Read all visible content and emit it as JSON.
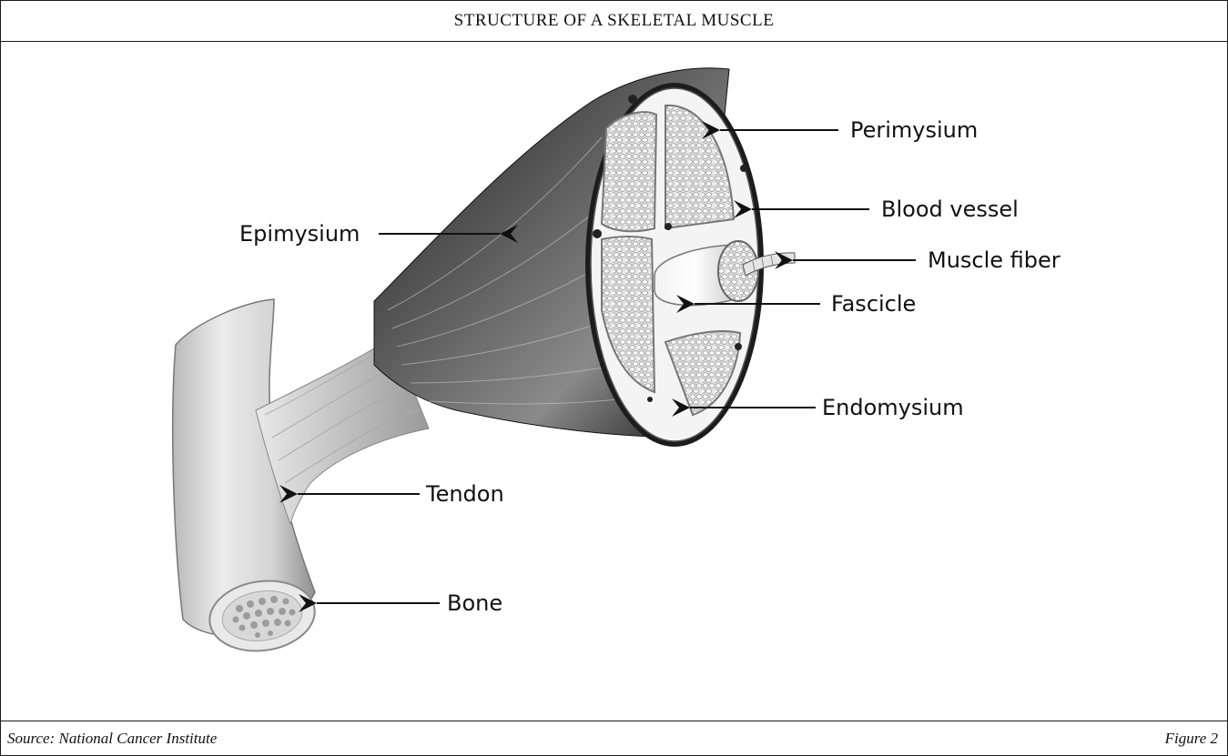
{
  "title": "STRUCTURE OF A SKELETAL MUSCLE",
  "footer": {
    "source": "Source: National Cancer Institute",
    "figure": "Figure 2"
  },
  "labels": {
    "perimysium": "Perimysium",
    "blood_vessel": "Blood vessel",
    "epimysium": "Epimysium",
    "muscle_fiber": "Muscle fiber",
    "fascicle": "Fascicle",
    "endomysium": "Endomysium",
    "tendon": "Tendon",
    "bone": "Bone"
  }
}
